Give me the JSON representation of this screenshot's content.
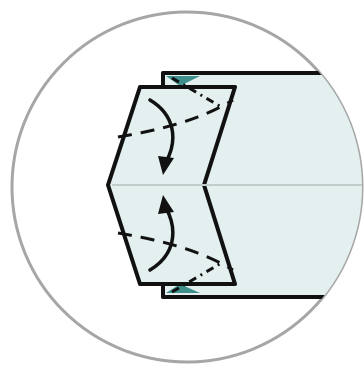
{
  "diagram": {
    "colors": {
      "background": "#ffffff",
      "circle_fill": "#ffffff",
      "circle_border": "#a6a6a6",
      "paper_fill": "#e3f0ef",
      "paper_edge": "#111111",
      "crease_line": "#c2cccb",
      "teal_accent": "#3f8f8c",
      "fold_line": "#111111"
    },
    "line_styles": [
      "valley-fold-dashed",
      "mountain-fold-dash-dot",
      "solid-edge"
    ],
    "arrows": [
      "fold-down-arrow",
      "fold-up-arrow"
    ]
  }
}
